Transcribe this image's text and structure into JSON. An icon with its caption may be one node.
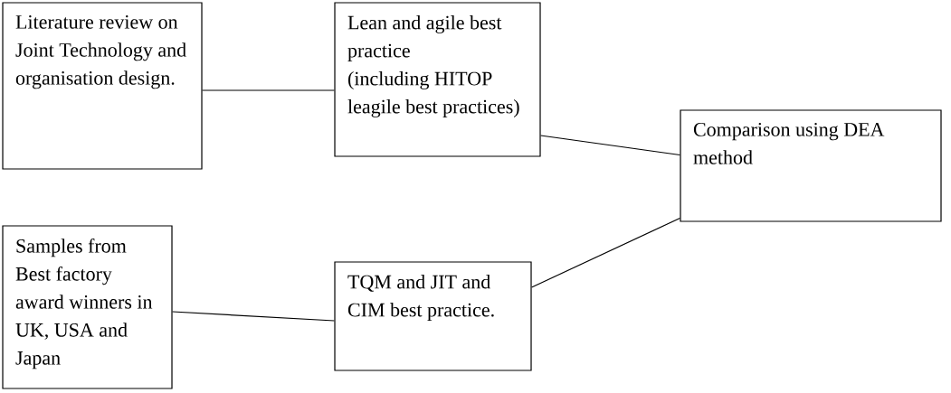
{
  "diagram": {
    "nodes": [
      {
        "text": [
          "Literature review on Joint Technology and organisation design."
        ]
      },
      {
        "text": [
          "Lean and agile best practice",
          "(including HITOP leagile best practices)"
        ]
      },
      {
        "text": [
          "Comparison using DEA method"
        ]
      },
      {
        "text": [
          "Samples from Best factory award winners in UK, USA and Japan"
        ]
      },
      {
        "text": [
          "TQM and JIT and CIM best practice."
        ]
      }
    ],
    "edges": [
      {
        "from": 0,
        "to": 1,
        "arrow": "none"
      },
      {
        "from": 1,
        "to": 2,
        "arrow": "none"
      },
      {
        "from": 3,
        "to": 4,
        "arrow": "none"
      },
      {
        "from": 4,
        "to": 2,
        "arrow": "none"
      }
    ]
  }
}
